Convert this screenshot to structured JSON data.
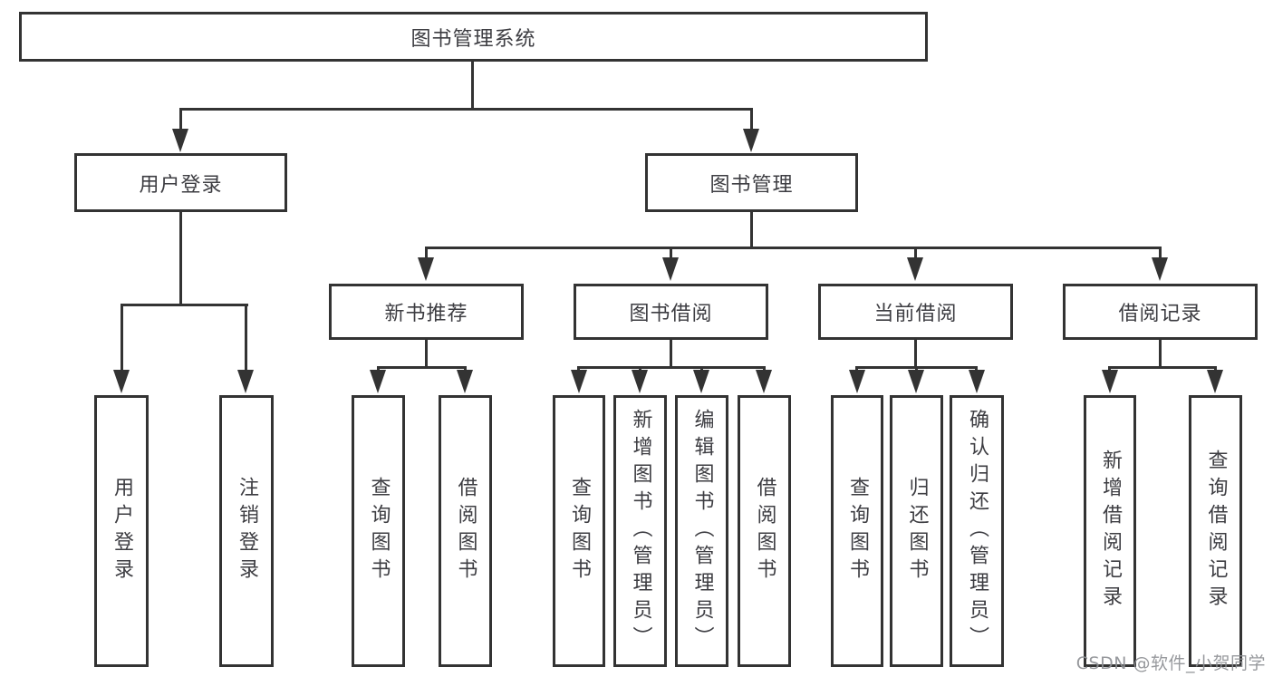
{
  "diagram": {
    "root": {
      "label": "图书管理系统"
    },
    "branches": [
      {
        "label": "用户登录",
        "children": [
          {
            "label": "用户登录"
          },
          {
            "label": "注销登录"
          }
        ]
      },
      {
        "label": "图书管理",
        "children": [
          {
            "label": "新书推荐",
            "children": [
              {
                "label": "查询图书"
              },
              {
                "label": "借阅图书"
              }
            ]
          },
          {
            "label": "图书借阅",
            "children": [
              {
                "label": "查询图书"
              },
              {
                "label": "新增图书（管理员）"
              },
              {
                "label": "编辑图书（管理员）"
              },
              {
                "label": "借阅图书"
              }
            ]
          },
          {
            "label": "当前借阅",
            "children": [
              {
                "label": "查询图书"
              },
              {
                "label": "归还图书"
              },
              {
                "label": "确认归还（管理员）"
              }
            ]
          },
          {
            "label": "借阅记录",
            "children": [
              {
                "label": "新增借阅记录"
              },
              {
                "label": "查询借阅记录"
              }
            ]
          }
        ]
      }
    ]
  },
  "watermark": {
    "text": "CSDN @软件_小贺同学"
  },
  "colors": {
    "line": "#333333",
    "box_border": "#333333",
    "text": "#3d3d42",
    "background": "#ffffff",
    "watermark": "#8e9095"
  }
}
